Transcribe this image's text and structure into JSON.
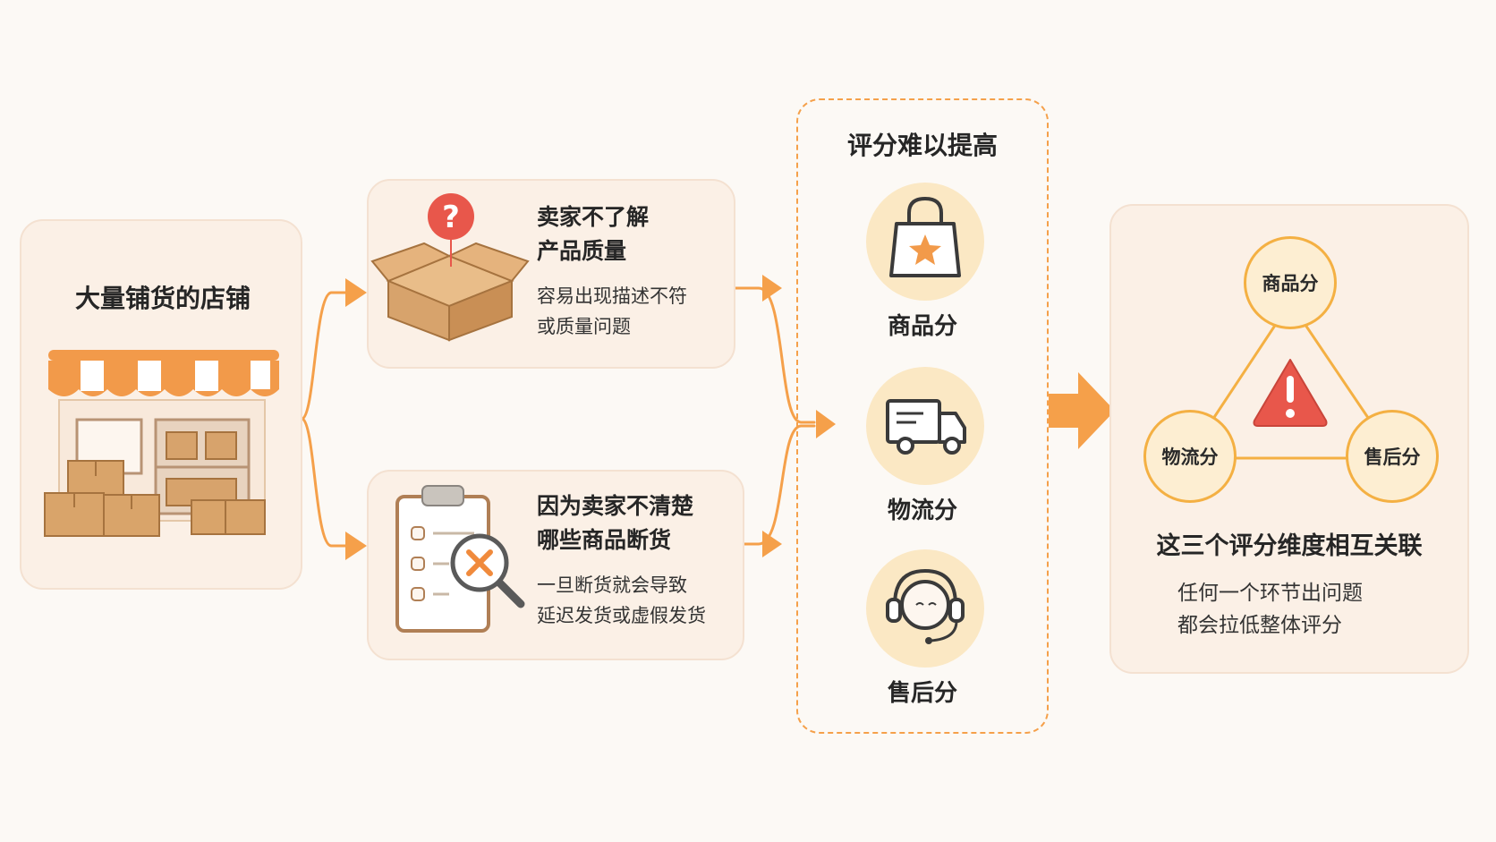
{
  "store": {
    "title": "大量铺货的店铺"
  },
  "quality": {
    "title_lines": [
      "卖家不了解",
      "产品质量"
    ],
    "desc_lines": [
      "容易出现描述不符",
      "或质量问题"
    ]
  },
  "stock": {
    "title_lines": [
      "因为卖家不清楚",
      "哪些商品断货"
    ],
    "desc_lines": [
      "一旦断货就会导致",
      "延迟发货或虚假发货"
    ]
  },
  "scores": {
    "title": "评分难以提高",
    "items": [
      {
        "label": "商品分",
        "icon": "shopping-bag-star-icon"
      },
      {
        "label": "物流分",
        "icon": "delivery-truck-icon"
      },
      {
        "label": "售后分",
        "icon": "customer-service-headset-icon"
      }
    ]
  },
  "relation": {
    "nodes": [
      "商品分",
      "物流分",
      "售后分"
    ],
    "title": "这三个评分维度相互关联",
    "desc_lines": [
      "任何一个环节出问题",
      "都会拉低整体评分"
    ]
  },
  "colors": {
    "accent": "#f5a04a",
    "card_bg": "#fbf0e6",
    "circle_bg": "#fbe8c4",
    "warning_red": "#e8574b",
    "box_brown": "#d7a36c"
  }
}
